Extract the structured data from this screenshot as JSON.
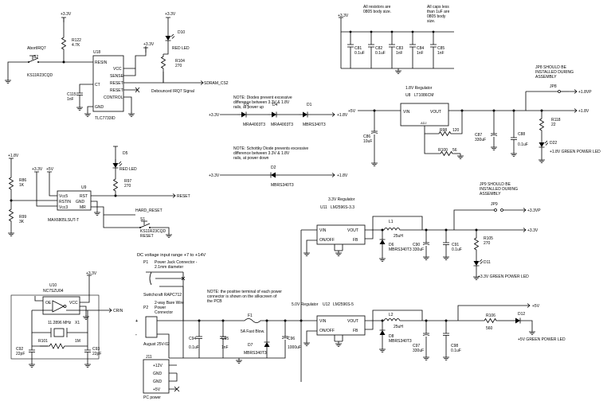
{
  "notes": {
    "resistors_note": [
      "All resistors are",
      "0805 body size."
    ],
    "caps_note": [
      "All caps less",
      "than 1uF are",
      "0805 body",
      "size."
    ],
    "diodes_note": [
      "NOTE: Diodes prevent excessive",
      "difference between 3.3V & 1.8V",
      "rails, at power up"
    ],
    "schottky_note": [
      "NOTE: Schottky Diode prevents excessive",
      "difference between 3.3V & 1.8V",
      "rails, at power down"
    ],
    "jp8_note": [
      "JP8 SHOULD BE",
      "INSTALLED DURING",
      "ASSEMBLY"
    ],
    "jp9_note": [
      "JP9 SHOULD BE",
      "INSTALLED DURING",
      "ASSEMBLY"
    ],
    "dc_input_note": "DC voltage input range +7 to +14V",
    "power_terminal_note": [
      "NOTE: the positive terminal of each power",
      "connector is shown on the silkscreen of",
      "the PCB"
    ]
  },
  "nets": {
    "v33": "+3.3V",
    "v18": "+1.8V",
    "v5": "+5V",
    "v33p": "+3.3VP",
    "v18p": "+1.8VP",
    "reset": "RESET",
    "hard_reset": "HARD_RESET",
    "sdram_cs2": "SDRAM_CS2",
    "debounced": "Debounced IRQ7 Signal",
    "crin": "CRIN"
  },
  "reset_block": {
    "abort_label": "AbortIRQ7",
    "s2": "S2",
    "s2_part": "KS11R23CQD",
    "r122": "R122",
    "r122_val": "4.7K",
    "u18": "U18",
    "u18_part": "TLC7733ID",
    "pins": [
      "RESIN",
      "VCC",
      "SENSE",
      "RESET",
      "RESET",
      "CONTROL",
      "CT",
      "GND"
    ],
    "c115": "C115",
    "c115_val": "1nF",
    "d10": "D10",
    "d10_label": "RED LED",
    "r104": "R104",
    "r104_val": "270"
  },
  "bypass_caps": [
    {
      "name": "C81",
      "value": "0.1uF"
    },
    {
      "name": "C82",
      "value": "0.1uF"
    },
    {
      "name": "C83",
      "value": "1nF"
    },
    {
      "name": "C84",
      "value": "1nF"
    },
    {
      "name": "C85",
      "value": "1nF"
    }
  ],
  "diodes": {
    "d3": "D3",
    "d4": "D4",
    "d1": "D1",
    "d3_part": "MRA4003T3",
    "d4_part": "MRA4003T3",
    "d1_part": "MBRS340T3",
    "d2": "D2",
    "d2_part": "MBRS340T3"
  },
  "reg18": {
    "title": "1.8V Regulator",
    "u8": "U8",
    "u8_part": "LT1086CM",
    "vin": "VIN",
    "vout": "VOUT",
    "adj": "ADJ",
    "c86": "C86",
    "c86_val": "10uF",
    "r98": "R98",
    "r98_val": "120",
    "r100": "R100",
    "r100_val": "56",
    "c87": "C87",
    "c87_val": "330uF",
    "c88": "C88",
    "c88_val": "0.1uF",
    "r118": "R118",
    "r118_val": "22",
    "d22": "D22",
    "d22_label": "+1.8V GREEN POWER LED",
    "jp8": "JP8"
  },
  "supervisor": {
    "r86": "R86",
    "r86_val": "1K",
    "r99": "R99",
    "r99_val": "3K",
    "u9": "U9",
    "u9_part": "MAX6805LSUT-T",
    "pins": [
      "Vcc5",
      "RSTIN",
      "Vcc3",
      "RST",
      "GND",
      "MR"
    ],
    "d5": "D5",
    "d5_label": "RED LED",
    "r97": "R97",
    "r97_val": "270",
    "s1": "S1",
    "s1_part": "KS11R23CQD",
    "s1_label": "RESET"
  },
  "reg33": {
    "title": "3.3V Regulator",
    "u11": "U11",
    "u11_part": "LM2596S-3.3",
    "vin": "VIN",
    "vout": "VOUT",
    "onoff": "ON/OFF",
    "fb": "FB",
    "l1": "L1",
    "l1_val": "25uH",
    "d6": "D6",
    "d6_part": "MBRS340T3",
    "c90": "C90",
    "c90_val": "330uF",
    "c91": "C91",
    "c91_val": "0.1uF",
    "r105": "R105",
    "r105_val": "270",
    "d11": "D11",
    "d11_label": "+3.3V GREEN POWER LED",
    "jp9": "JP9"
  },
  "reg5": {
    "title": "5.0V Regulator",
    "u12": "U12",
    "u12_part": "LM2596S-5",
    "vin": "VIN",
    "vout": "VOUT",
    "onoff": "ON/OFF",
    "fb": "FB",
    "l2": "L2",
    "l2_val": "25uH",
    "d8": "D8",
    "d8_part": "MBRS340T3",
    "c97": "C97",
    "c97_val": "330uF",
    "c98": "C98",
    "c98_val": "0.1uF",
    "r106": "R106",
    "r106_val": "560",
    "d12": "D12",
    "d12_label": "+5V GREEN POWER LED"
  },
  "input": {
    "p1": "P1",
    "p1_label": [
      "Power Jack Connector -",
      "2.1mm diameter"
    ],
    "p1_part": "Switchcraft RAPC712",
    "p2": "P2",
    "p2_label": [
      "2-way Bare Wire",
      "Power",
      "Connector"
    ],
    "p2_part": "August 25V-02",
    "plus": "+",
    "minus": "-",
    "c94": "C94",
    "c94_val": "0.1uF",
    "c95": "C95",
    "c95_val": "1nF",
    "f1": "F1",
    "f1_val": "5A Fast Blow.",
    "d7": "D7",
    "d7_part": "MBRS340T3",
    "c96": "C96",
    "c96_val": "1000uF"
  },
  "pc_power": {
    "j11": "J11",
    "pins": [
      "+12V",
      "GND",
      "GND",
      "+5V"
    ],
    "label": "PC power"
  },
  "oscillator": {
    "u10": "U10",
    "u10_part": "NC7SZU04",
    "oe": "OE",
    "vcc": "VCC",
    "xtal": "11.2896 MHz",
    "x1": "X1",
    "r101": "R101",
    "r101_val": "1M",
    "c92": "C92",
    "c92_val": "22pF",
    "c93": "C93",
    "c93_val": "22pF"
  }
}
